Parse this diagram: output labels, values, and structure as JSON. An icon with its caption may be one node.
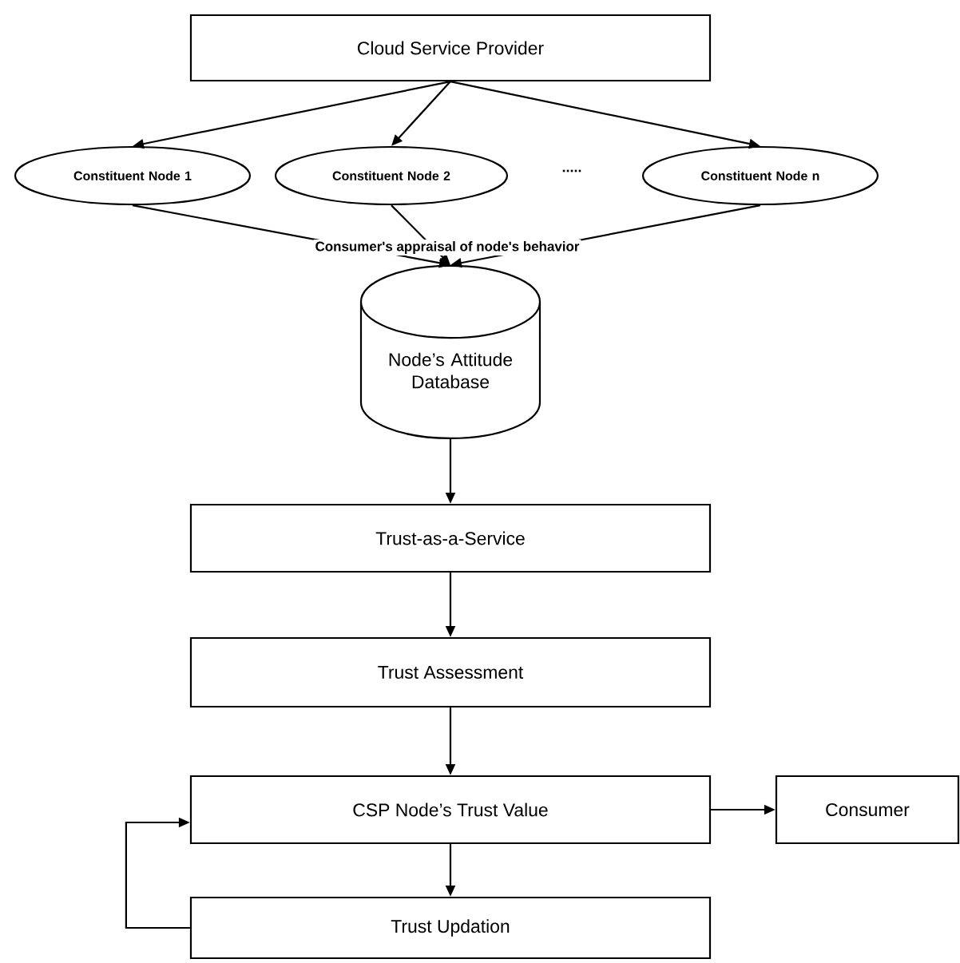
{
  "diagram": {
    "nodes": [
      {
        "text": [
          "Cloud Service Provider"
        ]
      },
      {
        "text": [
          "Constituent Node 1"
        ]
      },
      {
        "text": [
          "Constituent Node 2"
        ]
      },
      {
        "text": [
          "Constituent Node n"
        ]
      },
      {
        "text": [
          "Node’s Attitude Database"
        ]
      },
      {
        "text": [
          "Trust-as-a-Service"
        ]
      },
      {
        "text": [
          "Trust Assessment"
        ]
      },
      {
        "text": [
          "CSP Node’s Trust Value"
        ]
      },
      {
        "text": [
          "Consumer"
        ]
      },
      {
        "text": [
          "Trust Updation"
        ]
      }
    ],
    "edges": [
      {
        "from": 0,
        "to": 1,
        "arrow": "to"
      },
      {
        "from": 0,
        "to": 2,
        "arrow": "to"
      },
      {
        "from": 0,
        "to": 3,
        "arrow": "to"
      },
      {
        "from": 1,
        "to": 4,
        "arrow": "to"
      },
      {
        "from": 2,
        "to": 4,
        "arrow": "to",
        "label": "Consumer's appraisal of node's behavior"
      },
      {
        "from": 3,
        "to": 4,
        "arrow": "to"
      },
      {
        "from": 4,
        "to": 5,
        "arrow": "to"
      },
      {
        "from": 5,
        "to": 6,
        "arrow": "to"
      },
      {
        "from": 6,
        "to": 7,
        "arrow": "to"
      },
      {
        "from": 7,
        "to": 8,
        "arrow": "to"
      },
      {
        "from": 7,
        "to": 9,
        "arrow": "to"
      },
      {
        "from": 9,
        "to": 7,
        "arrow": "to"
      }
    ],
    "labels": [
      "....."
    ]
  }
}
